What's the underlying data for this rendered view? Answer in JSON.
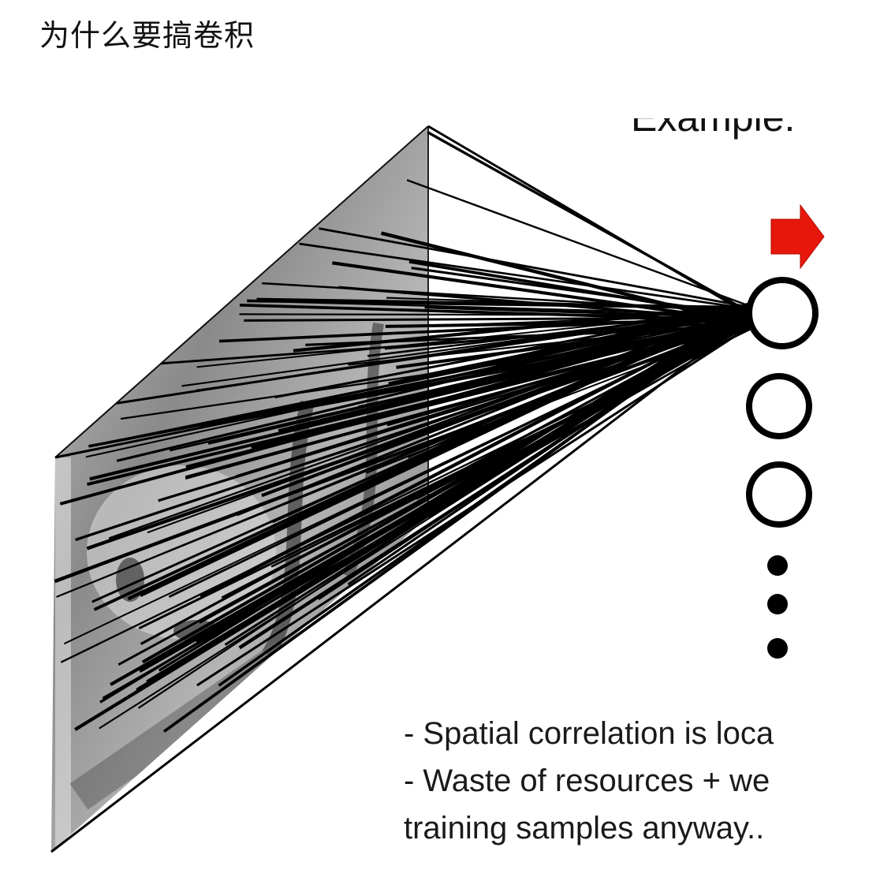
{
  "page": {
    "title": "为什么要搞卷积"
  },
  "slide": {
    "heading": "Example:",
    "bullets": [
      "- Spatial correlation is loca",
      "- Waste of resources + we",
      "training samples anyway.."
    ],
    "colors": {
      "arrow": "#e8170c",
      "lines": "#000000",
      "neuron": "#000000"
    },
    "icons": [
      "red-arrow-icon"
    ],
    "neurons": {
      "circles": 3,
      "dots": 3
    }
  }
}
